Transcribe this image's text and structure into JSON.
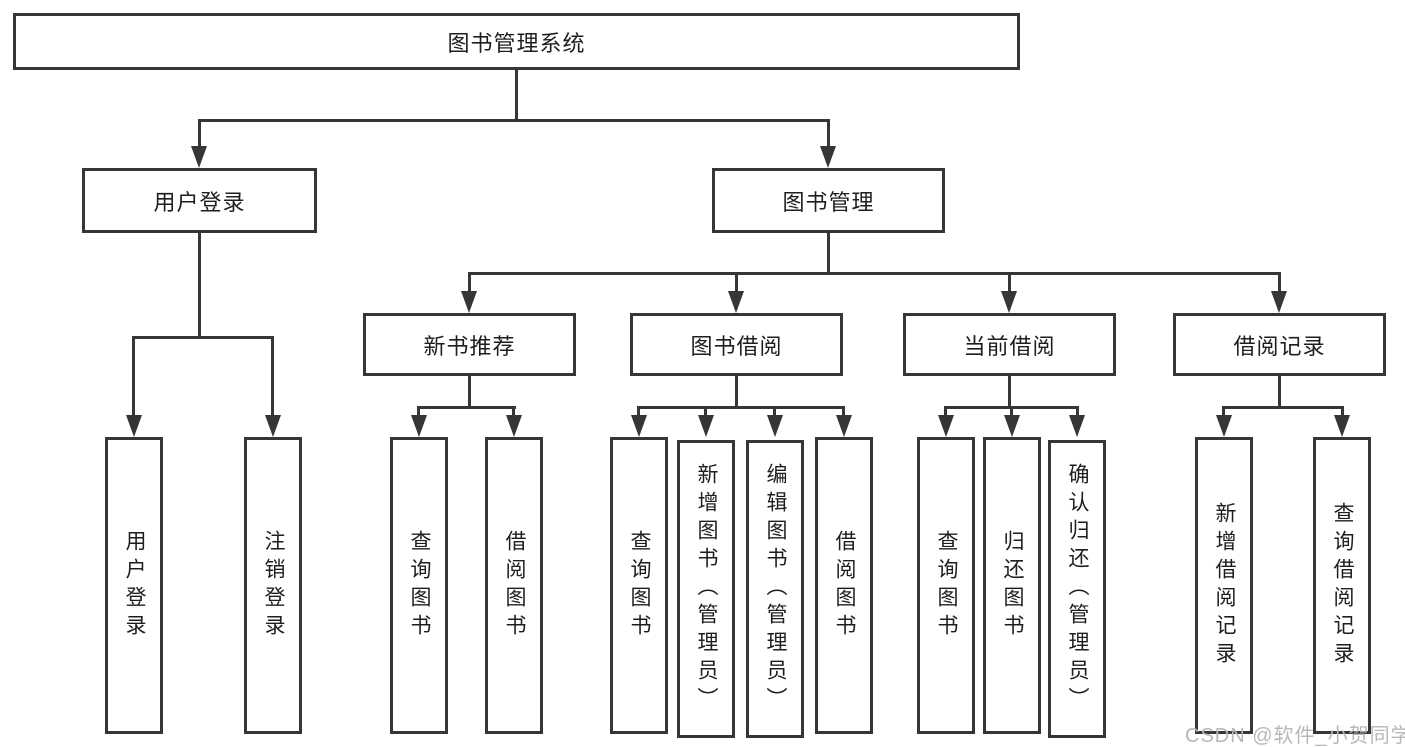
{
  "diagram": {
    "title": "图书管理系统",
    "branches": [
      {
        "label": "用户登录",
        "children": [
          {
            "label": "用户登录"
          },
          {
            "label": "注销登录"
          }
        ]
      },
      {
        "label": "图书管理",
        "children": [
          {
            "label": "新书推荐",
            "children": [
              {
                "label": "查询图书"
              },
              {
                "label": "借阅图书"
              }
            ]
          },
          {
            "label": "图书借阅",
            "children": [
              {
                "label": "查询图书"
              },
              {
                "label": "新增图书（管理员）"
              },
              {
                "label": "编辑图书（管理员）"
              },
              {
                "label": "借阅图书"
              }
            ]
          },
          {
            "label": "当前借阅",
            "children": [
              {
                "label": "查询图书"
              },
              {
                "label": "归还图书"
              },
              {
                "label": "确认归还（管理员）"
              }
            ]
          },
          {
            "label": "借阅记录",
            "children": [
              {
                "label": "新增借阅记录"
              },
              {
                "label": "查询借阅记录"
              }
            ]
          }
        ]
      }
    ]
  },
  "watermark": {
    "text": "CSDN @软件_小贺同学"
  },
  "colors": {
    "line": "#363636",
    "text": "#1e1e1e",
    "background": "#ffffff",
    "watermark": "#b4b8bf"
  }
}
